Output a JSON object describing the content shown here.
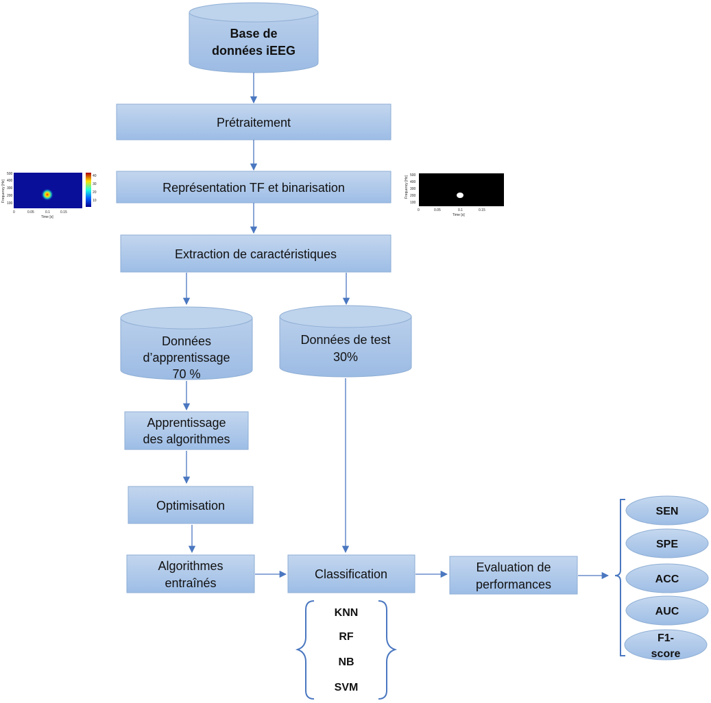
{
  "nodes": {
    "database": {
      "line1": "Base de",
      "line2": "données iEEG"
    },
    "preprocessing": "Prétraitement",
    "tf_representation": "Représentation TF et binarisation",
    "feature_extraction": "Extraction de caractéristiques",
    "training_data": {
      "line1": "Données",
      "line2": "d’apprentissage",
      "line3": "70 %"
    },
    "test_data": {
      "line1": "Données de test",
      "line2": "30%"
    },
    "learning": {
      "line1": "Apprentissage",
      "line2": "des algorithmes"
    },
    "optimisation": "Optimisation",
    "trained": {
      "line1": "Algorithmes",
      "line2": "entraînés"
    },
    "classification": "Classification",
    "evaluation": {
      "line1": "Evaluation de",
      "line2": "performances"
    }
  },
  "classifiers": [
    "KNN",
    "RF",
    "NB",
    "SVM"
  ],
  "metrics": [
    {
      "line1": "SEN",
      "line2": ""
    },
    {
      "line1": "SPE",
      "line2": ""
    },
    {
      "line1": "ACC",
      "line2": ""
    },
    {
      "line1": "AUC",
      "line2": ""
    },
    {
      "line1": "F1-",
      "line2": "score"
    }
  ],
  "thumbnails": {
    "spectrogram": {
      "ylabel": "Frequency [Hz]",
      "xlabel": "Time [s]",
      "yticks": [
        "500",
        "400",
        "300",
        "200",
        "100"
      ],
      "xticks": [
        "0",
        "0.05",
        "0.1",
        "0.15"
      ],
      "colorbar_ticks": [
        "40",
        "30",
        "20",
        "10"
      ]
    },
    "binary": {
      "ylabel": "Frequency [Hz]",
      "xlabel": "Time [s]",
      "yticks": [
        "500",
        "400",
        "300",
        "200",
        "100"
      ],
      "xticks": [
        "0",
        "0.05",
        "0.1",
        "0.15"
      ]
    }
  },
  "colors": {
    "box_fill": "#a9c4e6",
    "arrow": "#4a77c0",
    "brace": "#4a77c0"
  }
}
